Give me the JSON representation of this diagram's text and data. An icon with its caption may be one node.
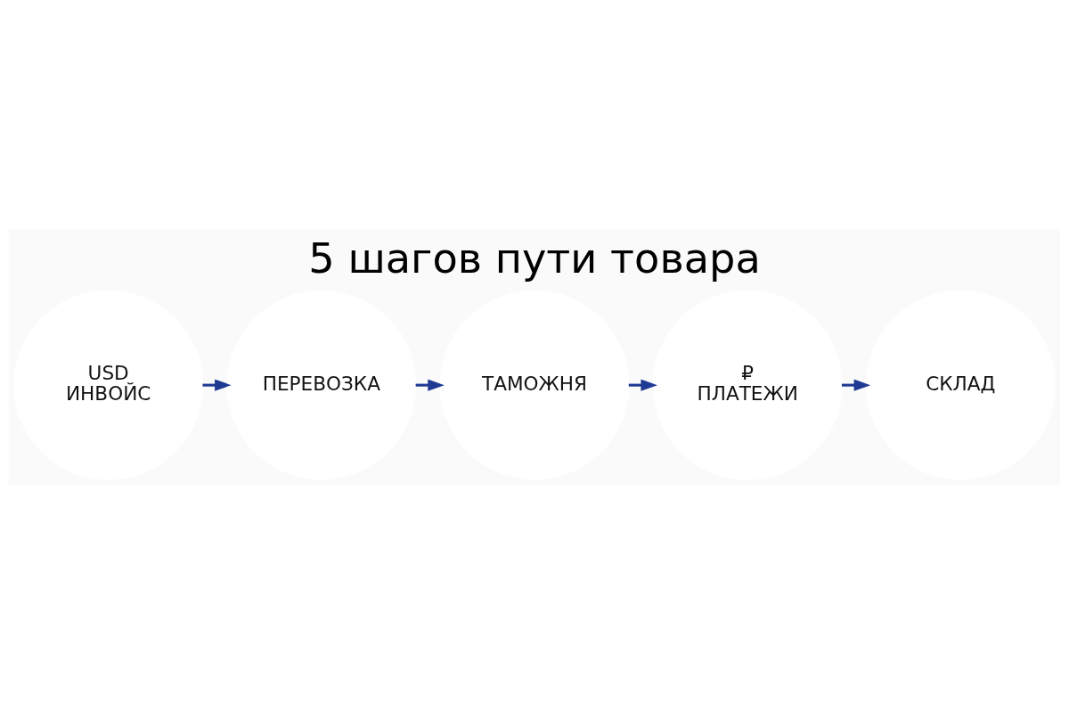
{
  "diagram": {
    "title": "5 шагов пути товара",
    "nodes": [
      {
        "text": [
          "USD",
          "ИНВОЙС"
        ]
      },
      {
        "text": [
          "ПЕРЕВОЗКА"
        ]
      },
      {
        "text": [
          "ТАМОЖНЯ"
        ]
      },
      {
        "text": [
          "₽",
          "ПЛАТЕЖИ"
        ]
      },
      {
        "text": [
          "СКЛАД"
        ]
      }
    ],
    "edges": [
      {
        "from": 0,
        "to": 1,
        "arrow": "to"
      },
      {
        "from": 1,
        "to": 2,
        "arrow": "to"
      },
      {
        "from": 2,
        "to": 3,
        "arrow": "to"
      },
      {
        "from": 3,
        "to": 4,
        "arrow": "to"
      }
    ]
  }
}
